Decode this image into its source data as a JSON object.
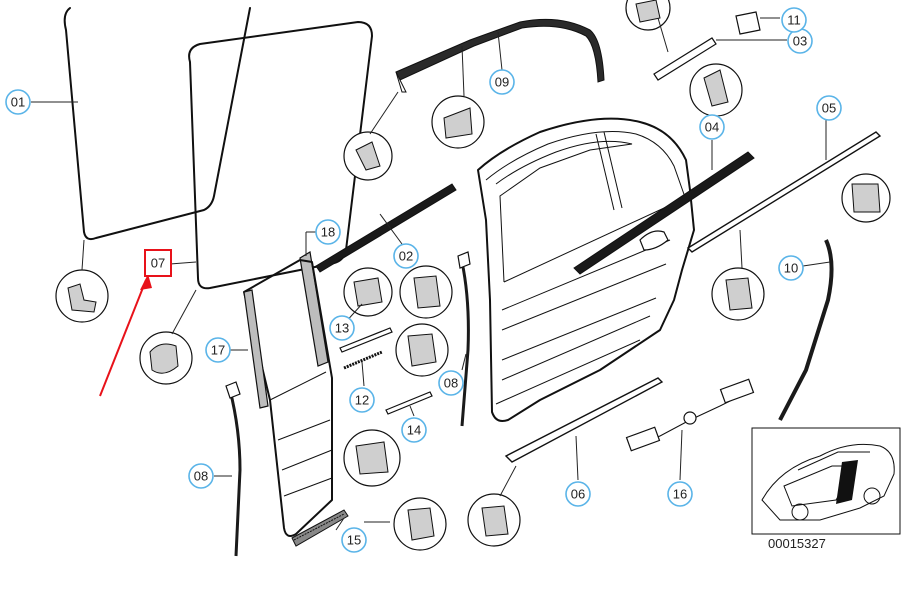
{
  "diagram": {
    "callouts": [
      {
        "id": "c01",
        "label": "01"
      },
      {
        "id": "c02",
        "label": "02"
      },
      {
        "id": "c03",
        "label": "03"
      },
      {
        "id": "c04",
        "label": "04"
      },
      {
        "id": "c05",
        "label": "05"
      },
      {
        "id": "c06",
        "label": "06"
      },
      {
        "id": "c07",
        "label": "07"
      },
      {
        "id": "c08a",
        "label": "08"
      },
      {
        "id": "c08b",
        "label": "08"
      },
      {
        "id": "c09",
        "label": "09"
      },
      {
        "id": "c10",
        "label": "10"
      },
      {
        "id": "c11",
        "label": "11"
      },
      {
        "id": "c12",
        "label": "12"
      },
      {
        "id": "c13",
        "label": "13"
      },
      {
        "id": "c14",
        "label": "14"
      },
      {
        "id": "c15",
        "label": "15"
      },
      {
        "id": "c16",
        "label": "16"
      },
      {
        "id": "c17",
        "label": "17"
      },
      {
        "id": "c18",
        "label": "18"
      }
    ],
    "highlighted_callout": "07",
    "highlight_color": "#e8121a",
    "callout_color": "#5ab4e8",
    "inset_caption": "00015327"
  }
}
